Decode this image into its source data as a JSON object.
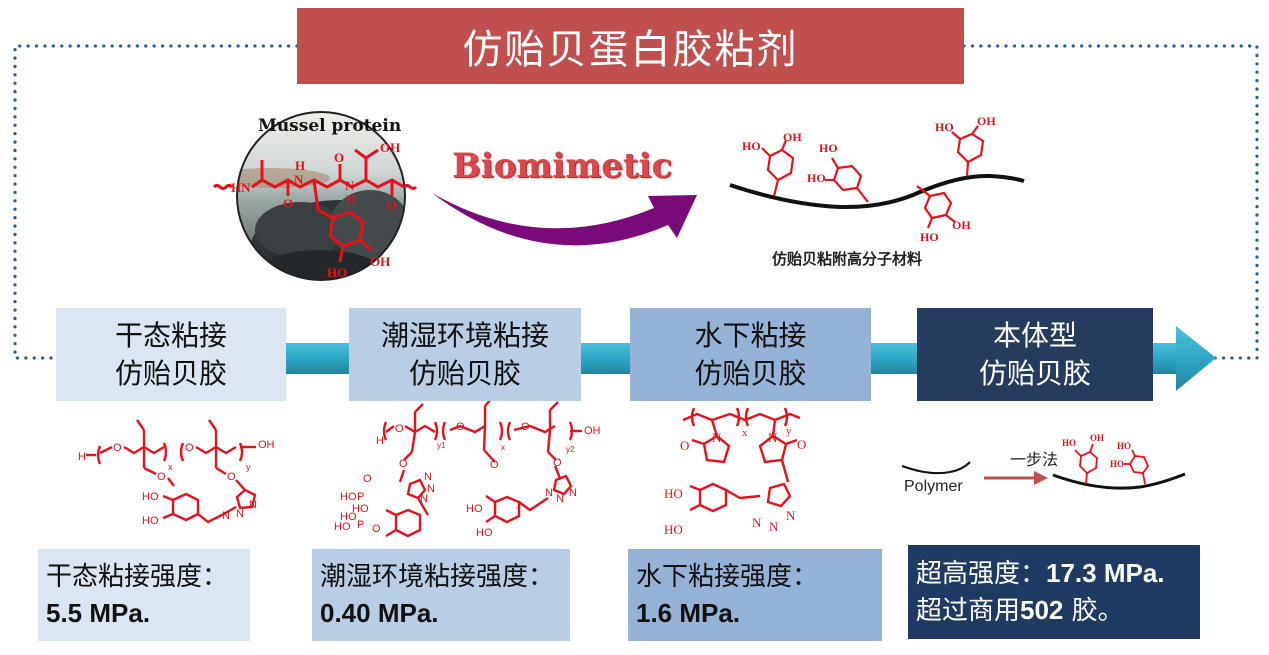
{
  "title": "仿贻贝蛋白胶粘剂",
  "top_row": {
    "mussel_label": "Mussel protein",
    "arrow_label": "Biomimetic",
    "polymer_caption": "仿贻贝粘附高分子材料",
    "mussel_chem_labels": [
      "HN",
      "H",
      "N",
      "O",
      "O",
      "OH",
      "N",
      "H",
      "O",
      "OH",
      "HO"
    ],
    "polymer_chem_labels": [
      "HO",
      "OH",
      "HO",
      "HO",
      "HO",
      "OH",
      "HO",
      "OH"
    ]
  },
  "stages": [
    {
      "line1": "干态粘接",
      "line2": "仿贻贝胶"
    },
    {
      "line1": "潮湿环境粘接",
      "line2": "仿贻贝胶"
    },
    {
      "line1": "水下粘接",
      "line2": "仿贻贝胶"
    },
    {
      "line1": "本体型",
      "line2": "仿贻贝胶"
    }
  ],
  "structures": {
    "s1_labels": {
      "h": "H",
      "o1": "O",
      "x": "x",
      "o2": "O",
      "y": "y",
      "oh": "OH",
      "o3": "O",
      "o4": "O",
      "ho1": "HO",
      "ho2": "HO",
      "n1": "N",
      "n2": "N",
      "n3": "N"
    },
    "s2_labels": {
      "h": "H",
      "o1": "O",
      "y1": "y1",
      "o2": "O",
      "x": "x",
      "o3": "O",
      "y2": "y2",
      "oh": "OH",
      "o4": "O",
      "o5": "O",
      "o6": "O",
      "n1": "N",
      "n2": "N",
      "n3": "N",
      "n4": "N",
      "n5": "N",
      "n6": "N",
      "ho1": "HO",
      "ho2": "HO",
      "p1": "P",
      "p2": "P",
      "o7": "O",
      "o8": "O",
      "ho3": "HO",
      "ho4": "HO",
      "ho5": "HO",
      "ho6": "HO"
    },
    "s3_labels": {
      "x": "x",
      "y": "y",
      "n1": "N",
      "n2": "N",
      "o1": "O",
      "o2": "O",
      "ho1": "HO",
      "ho2": "HO",
      "n3": "N",
      "n4": "N",
      "n5": "N"
    },
    "s4": {
      "method": "一步法",
      "polymer": "Polymer",
      "labels": [
        "HO",
        "OH",
        "HO",
        "HO"
      ]
    }
  },
  "results": [
    {
      "label": "干态粘接强度：",
      "value": "5.5 MPa."
    },
    {
      "label": "潮湿环境粘接强度：",
      "value": "0.40 MPa."
    },
    {
      "label": "水下粘接强度：",
      "value": "1.6 MPa."
    },
    {
      "label_prefix": "超高强度：",
      "value": "17.3 MPa.",
      "line2_prefix": "超过商用",
      "line2_value": "502",
      "line2_suffix": " 胶。"
    }
  ],
  "colors": {
    "title_bg": "#c0504d",
    "chem_red": "#e8101a",
    "arrow_purple": "#7b0a7b",
    "timeline_teal": "#31a9c9",
    "dotted_border": "#2e5f91",
    "stage1": "#dce6f2",
    "stage2": "#b9cde5",
    "stage3": "#95b3d7",
    "stage4": "#253c5e"
  }
}
